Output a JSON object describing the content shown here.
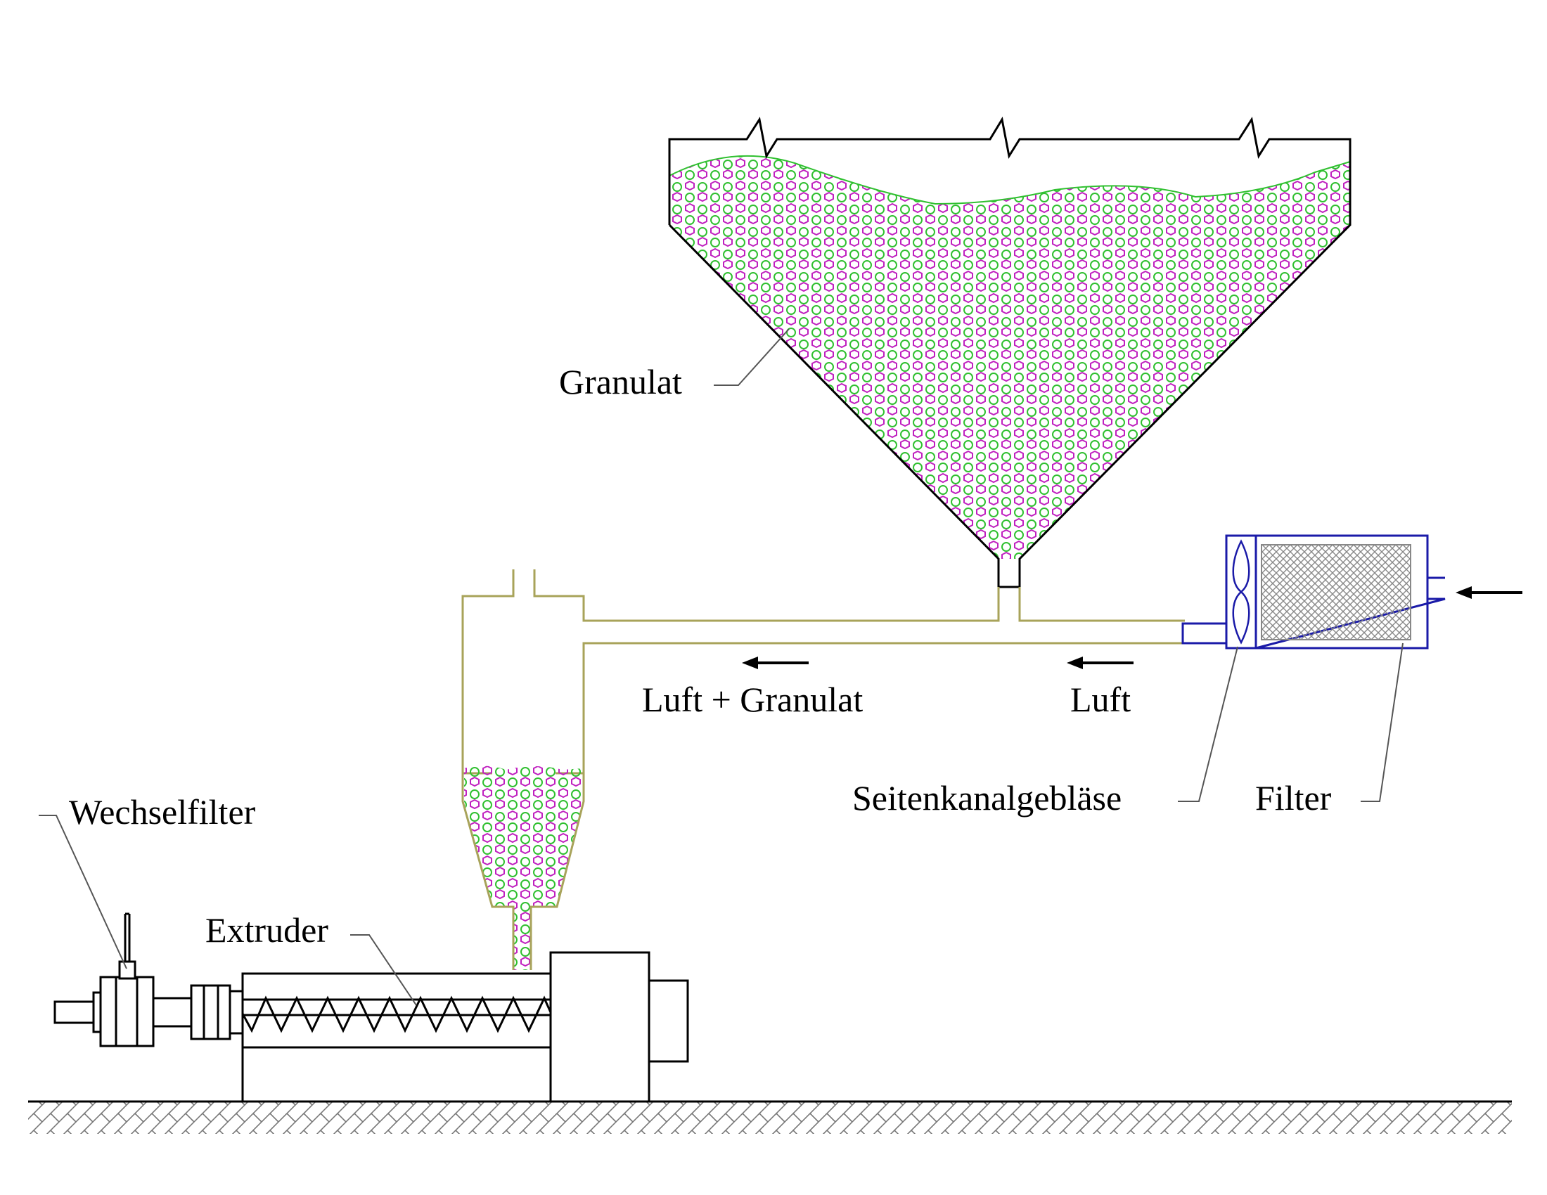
{
  "labels": {
    "granulat": "Granulat",
    "luft_granulat": "Luft + Granulat",
    "luft": "Luft",
    "seitenkanalgeblaese": "Seitenkanalgebläse",
    "filter": "Filter",
    "wechselfilter": "Wechselfilter",
    "extruder": "Extruder"
  },
  "colors": {
    "outline": "#000000",
    "pipe": "#a8a35a",
    "blower_filter": "#1a1aa8",
    "pellet_magenta": "#c020c0",
    "pellet_green": "#30c030",
    "filter_mesh": "#888888",
    "ground_hatch": "#777777"
  },
  "icons": {
    "blower": "fan-icon",
    "flow_direction": "arrow-left-icon"
  }
}
